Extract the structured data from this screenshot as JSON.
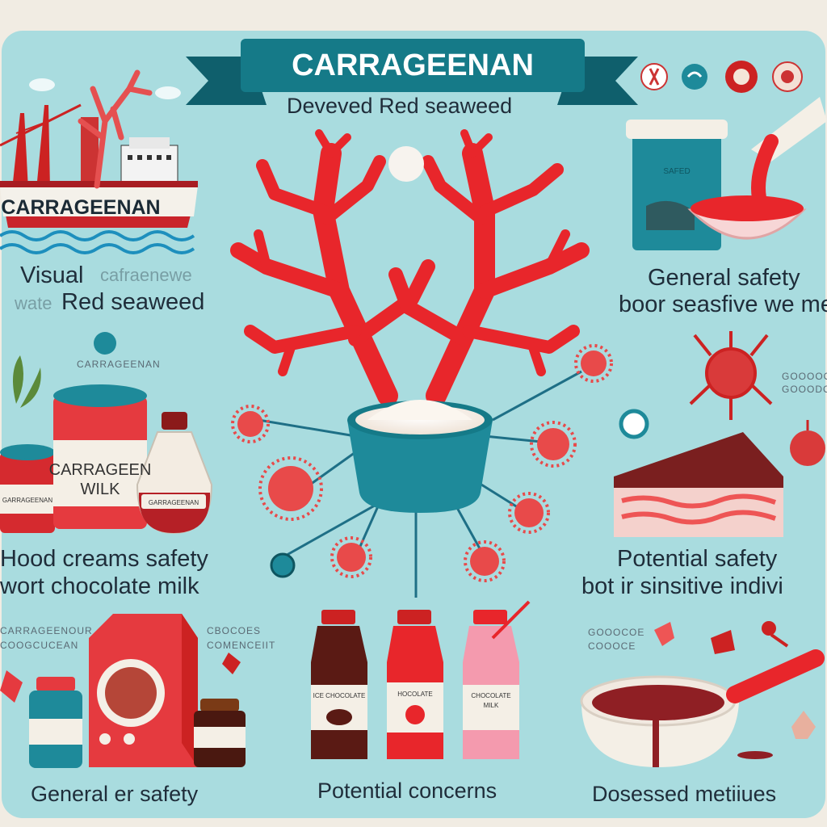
{
  "title": {
    "banner": "CARRAGEENAN",
    "subtitle": "Deveved Red seaweed"
  },
  "ship": {
    "label": "CARRAGEENAN"
  },
  "sections": {
    "top_left_line1": "Visual",
    "top_left_line1_faded": "cafraenewe",
    "top_left_line2_faded": "wate",
    "top_left_line2": "Red seaweed",
    "top_right_line1": "General safety",
    "top_right_line2": "boor seasfive we mea",
    "mid_left_line1": "Hood creams safety",
    "mid_left_line2": "wort chocolate milk",
    "mid_right_line1": "Potential safety",
    "mid_right_line2": "bot ir sinsitive indivi",
    "bottom_left": "General er safety",
    "bottom_center": "Potential concerns",
    "bottom_right": "Dosessed metiiues"
  },
  "products": {
    "can_label_line1": "CARRAGEEN",
    "can_label_line2": "WILK",
    "small_can_label": "GARRAGEENAN",
    "bottle_label": "GARRAGEENAN",
    "tub_label": "SAFED",
    "bottle1_label": "ICE CHOCOLATE",
    "bottle2_label": "HOCOLATE",
    "bottle3_label_line1": "CHOCOLATE",
    "bottle3_label_line2": "MILK"
  },
  "faded_labels": {
    "mid_left_top": "CARRAGEENAN",
    "right_mid_1": "GOOOOOL",
    "right_mid_2": "GOOODOOG",
    "bottom_left_1": "CARRAGEENOUR",
    "bottom_left_2": "COOGCUCEAN",
    "bottom_mid_1": "CBOCOES",
    "bottom_mid_2": "COMENCEIIT",
    "bottom_right_1": "GOOOCOE",
    "bottom_right_2": "COOOCE"
  },
  "colors": {
    "background": "#a9dcdf",
    "banner": "#157a88",
    "seaweed": "#e8262b",
    "accent_teal": "#1e8a9a"
  },
  "icons": [
    "seaweed-icon",
    "ship-icon",
    "virus-icon",
    "bowl-icon",
    "milk-carton-icon",
    "bottle-icon",
    "pan-icon"
  ]
}
